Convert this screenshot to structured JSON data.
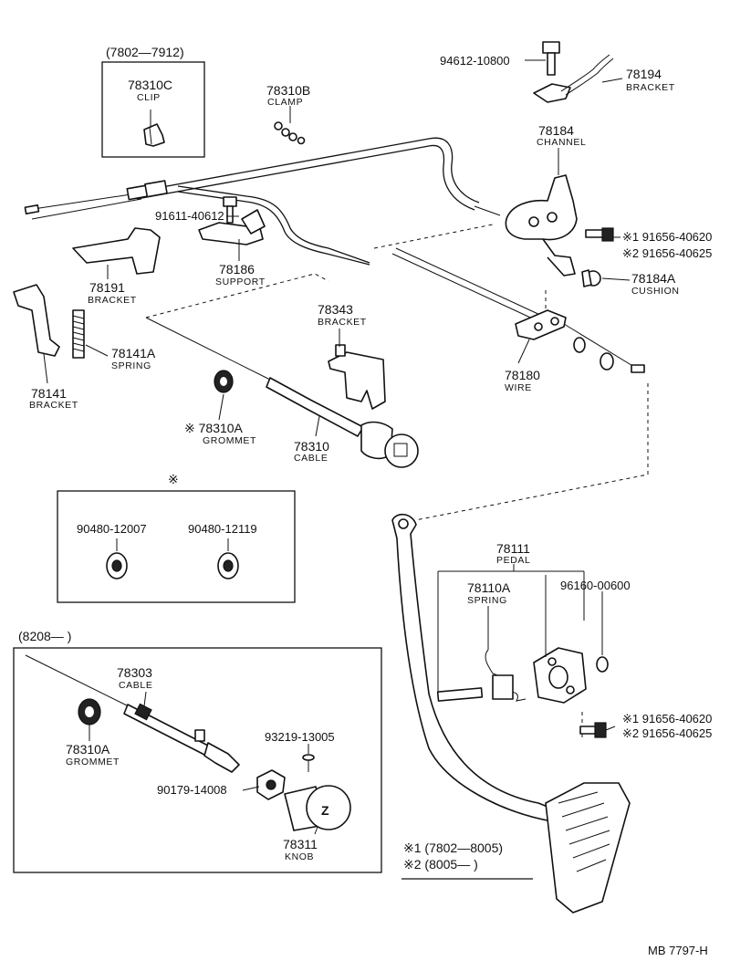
{
  "diagram_code": "MB  7797-H",
  "groups": {
    "clip_range": "(7802—7912)",
    "grommet_mark": "※",
    "cable_range": "(8208—        )",
    "footnote_1": "※1 (7802—8005)",
    "footnote_2": "※2 (8005—        )"
  },
  "parts": [
    {
      "id": "p78310C",
      "number": "78310C",
      "name": "CLIP"
    },
    {
      "id": "p78310B",
      "number": "78310B",
      "name": "CLAMP"
    },
    {
      "id": "p94612",
      "number": "94612-10800",
      "name": ""
    },
    {
      "id": "p78194",
      "number": "78194",
      "name": "BRACKET"
    },
    {
      "id": "p78184",
      "number": "78184",
      "name": "CHANNEL"
    },
    {
      "id": "p91611",
      "number": "91611-40612",
      "name": ""
    },
    {
      "id": "p78186",
      "number": "78186",
      "name": "SUPPORT"
    },
    {
      "id": "p78191",
      "number": "78191",
      "name": "BRACKET"
    },
    {
      "id": "p91656a",
      "number": "※1 91656-40620",
      "name": ""
    },
    {
      "id": "p91656b",
      "number": "※2 91656-40625",
      "name": ""
    },
    {
      "id": "p78184A",
      "number": "78184A",
      "name": "CUSHION"
    },
    {
      "id": "p78343",
      "number": "78343",
      "name": "BRACKET"
    },
    {
      "id": "p78141A",
      "number": "78141A",
      "name": "SPRING"
    },
    {
      "id": "p78141",
      "number": "78141",
      "name": "BRACKET"
    },
    {
      "id": "p78180",
      "number": "78180",
      "name": "WIRE"
    },
    {
      "id": "p78310A",
      "number": "※ 78310A",
      "name": "GROMMET"
    },
    {
      "id": "p78310",
      "number": "78310",
      "name": "CABLE"
    },
    {
      "id": "p90480a",
      "number": "90480-12007",
      "name": ""
    },
    {
      "id": "p90480b",
      "number": "90480-12119",
      "name": ""
    },
    {
      "id": "p78111",
      "number": "78111",
      "name": "PEDAL"
    },
    {
      "id": "p78110A",
      "number": "78110A",
      "name": "SPRING"
    },
    {
      "id": "p96160",
      "number": "96160-00600",
      "name": ""
    },
    {
      "id": "p78303",
      "number": "78303",
      "name": "CABLE"
    },
    {
      "id": "p78310A2",
      "number": "78310A",
      "name": "GROMMET"
    },
    {
      "id": "p93219",
      "number": "93219-13005",
      "name": ""
    },
    {
      "id": "p90179",
      "number": "90179-14008",
      "name": ""
    },
    {
      "id": "p91656c",
      "number": "※1 91656-40620",
      "name": ""
    },
    {
      "id": "p91656d",
      "number": "※2 91656-40625",
      "name": ""
    },
    {
      "id": "p78311",
      "number": "78311",
      "name": "KNOB"
    }
  ]
}
